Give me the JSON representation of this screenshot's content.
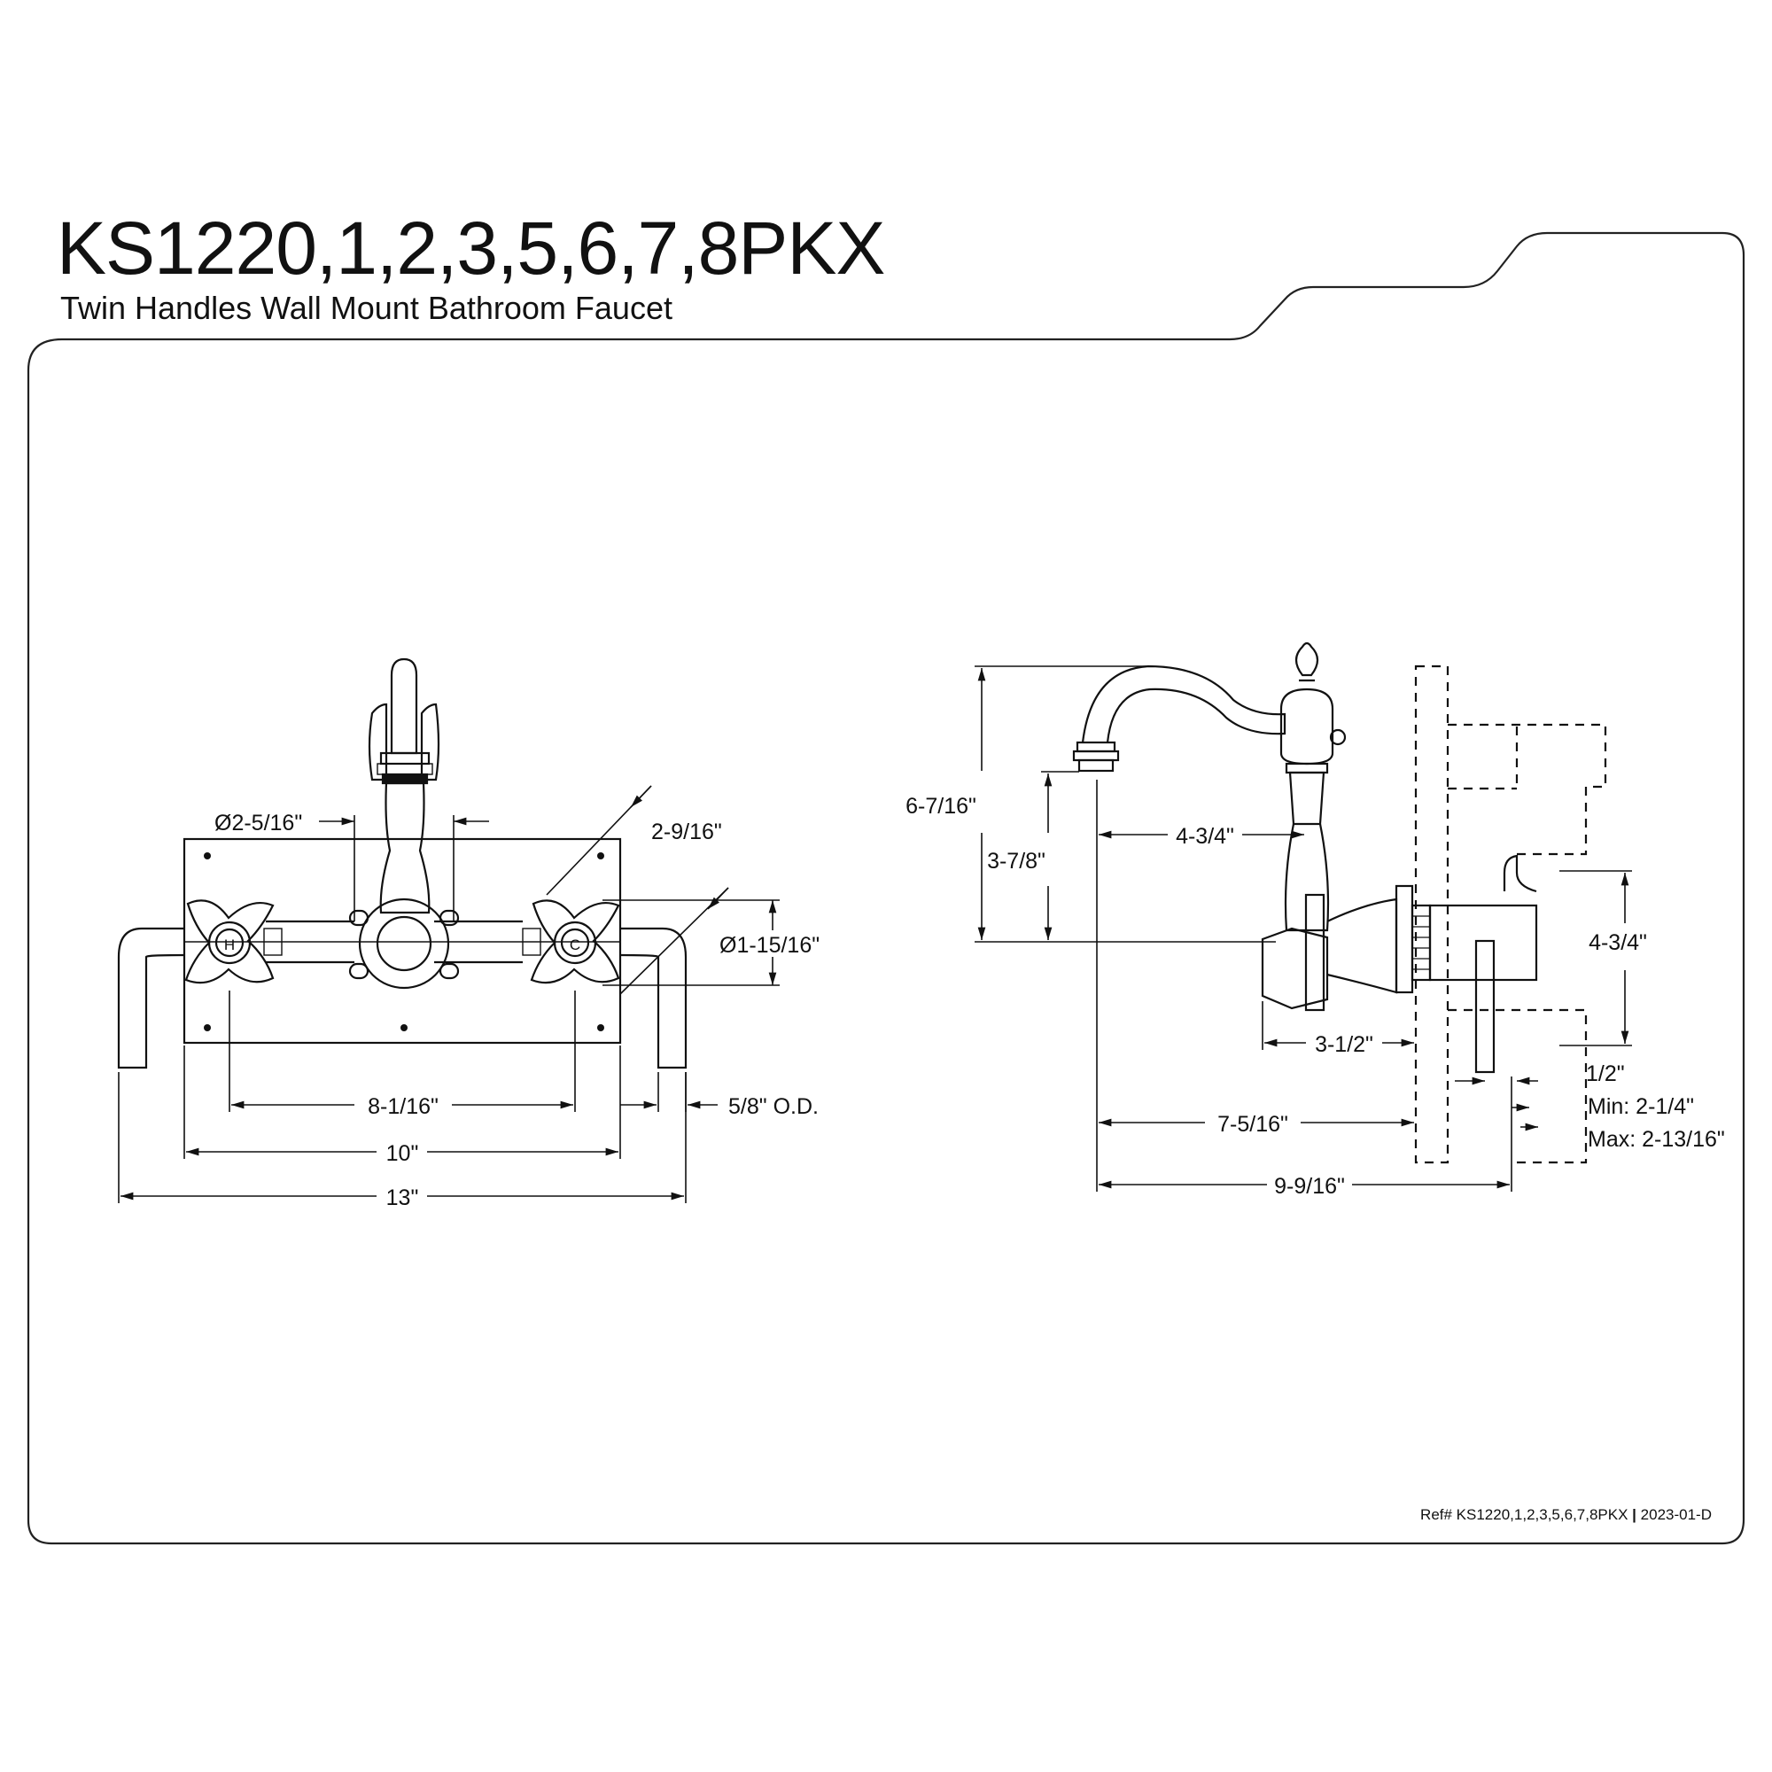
{
  "header": {
    "model": "KS1220,1,2,3,5,6,7,8PKX",
    "subtitle": "Twin Handles Wall Mount Bathroom Faucet"
  },
  "front_view": {
    "handle_hot": "H",
    "handle_cold": "C",
    "dim_flange_dia": "Ø2-5/16\"",
    "dim_handle_spread_diag": "2-9/16\"",
    "dim_handle_dia": "Ø1-15/16\"",
    "dim_center_spread": "8-1/16\"",
    "dim_supply_od": "5/8\" O.D.",
    "dim_plate_width": "10\"",
    "dim_overall_width": "13\""
  },
  "side_view": {
    "dim_total_height": "6-7/16\"",
    "dim_spout_height": "3-7/8\"",
    "dim_spout_reach": "4-3/4\"",
    "dim_valve_height": "4-3/4\"",
    "dim_handle_depth": "3-1/2\"",
    "dim_wall_to_spout": "7-5/16\"",
    "dim_overall_depth": "9-9/16\"",
    "dim_pipe_offset": "1/2\"",
    "dim_wall_min": "Min: 2-1/4\"",
    "dim_wall_max": "Max: 2-13/16\""
  },
  "footer": {
    "ref": "Ref# KS1220,1,2,3,5,6,7,8PKX",
    "separator": "|",
    "date_code": "2023-01-D"
  }
}
